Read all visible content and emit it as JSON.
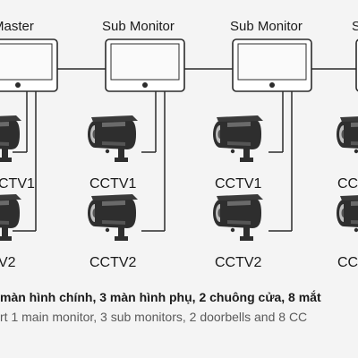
{
  "monitors": [
    {
      "id": "master",
      "label": "Master"
    },
    {
      "id": "sub1",
      "label": "Sub Monitor"
    },
    {
      "id": "sub2",
      "label": "Sub Monitor"
    },
    {
      "id": "sub3",
      "label": ""
    }
  ],
  "cameras": {
    "cctv1_label": "CCTV1",
    "cctv2_label": "CCTV2",
    "master_cctv1_label": "CTV1",
    "master_cctv2_label": "V2",
    "edge_cctv1_label": "CC",
    "edge_cctv2_label": "CC"
  },
  "captions": {
    "vietnamese": "màn hình chính, 3 màn hình phụ, 2 chuông cửa, 8 mắt",
    "english": "rt 1 main monitor, 3 sub monitors, 2 doorbells and 8 CC"
  },
  "colors": {
    "background": "#f4f4f4",
    "line": "#2b2b2b",
    "camera_body": "#2e2e2e",
    "caption_en": "#5a5a5a"
  },
  "icons": [
    "monitor-icon",
    "cctv-camera-icon"
  ]
}
